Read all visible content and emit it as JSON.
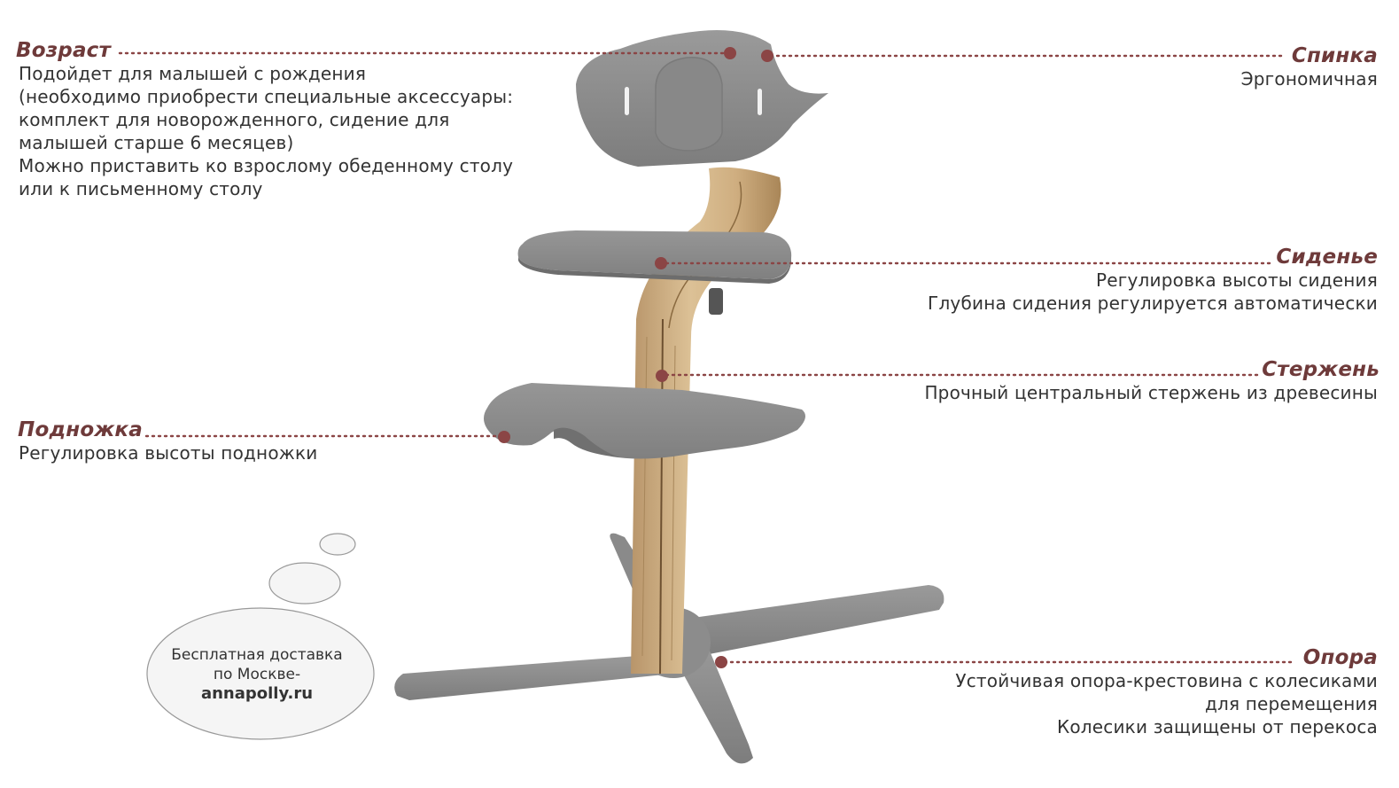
{
  "features": {
    "vozrast": {
      "title": "Возраст",
      "lines": [
        "Подойдет для малышей с рождения",
        "(необходимо приобрести специальные аксессуары:",
        "комплект для новорожденного, сидение для",
        "малышей старше 6 месяцев)",
        "Можно приставить ко взрослому обеденному столу",
        "или к письменному столу"
      ]
    },
    "spinka": {
      "title": "Спинка",
      "lines": [
        "Эргономичная"
      ]
    },
    "sidenye": {
      "title": "Сиденье",
      "lines": [
        "Регулировка высоты сидения",
        "Глубина сидения регулируется автоматически"
      ]
    },
    "sterzhen": {
      "title": "Стержень",
      "lines": [
        "Прочный центральный стержень из древесины"
      ]
    },
    "podnozhka": {
      "title": "Подножка",
      "lines": [
        "Регулировка высоты подножки"
      ]
    },
    "opora": {
      "title": "Опора",
      "lines": [
        "Устойчивая опора-крестовина с колесиками",
        "для перемещения",
        "Колесики защищены от перекоса"
      ]
    }
  },
  "delivery": {
    "line1": "Бесплатная доставка",
    "line2": "по Москве-",
    "site": "annapolly.ru"
  },
  "colors": {
    "accent": "#6e3a3a",
    "dot": "#8b4545",
    "plastic": "#8e8e8e",
    "wood": "#c9a97a"
  }
}
